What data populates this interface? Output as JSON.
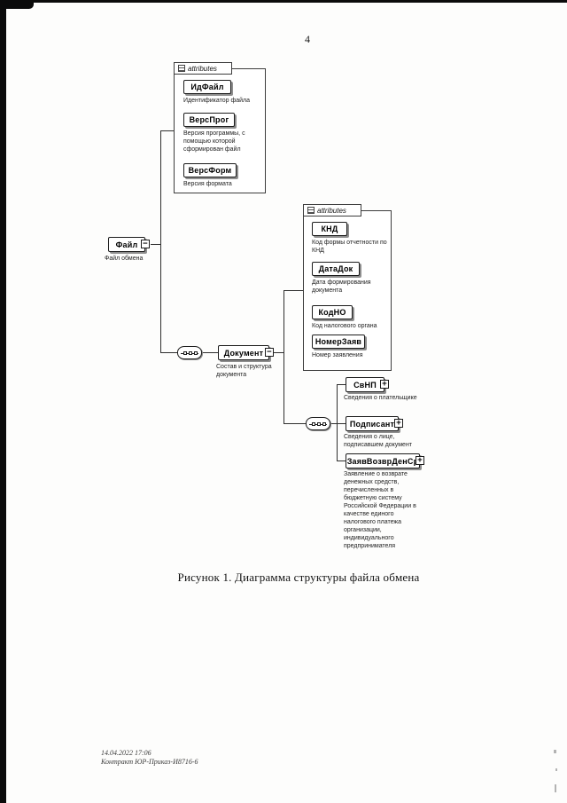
{
  "page": {
    "number": "4",
    "figure_caption": "Рисунок 1. Диаграмма структуры файла обмена",
    "footer": {
      "line1": "14.04.2022 17:06",
      "line2": "Контракт ЮР-Приказ-И8716-6"
    }
  },
  "icons": {
    "collapse": "−",
    "expand": "+"
  },
  "diagram": {
    "attributes_label": "attributes",
    "root": {
      "name": "Файл",
      "caption": "Файл обмена"
    },
    "file_attributes": [
      {
        "name": "ИдФайл",
        "caption": "Идентификатор файла"
      },
      {
        "name": "ВерсПрог",
        "caption": "Версия программы, с помощью которой сформирован файл"
      },
      {
        "name": "ВерсФорм",
        "caption": "Версия формата"
      }
    ],
    "document": {
      "name": "Документ",
      "caption": "Состав и структура документа"
    },
    "document_attributes": [
      {
        "name": "КНД",
        "caption": "Код формы отчетности по КНД"
      },
      {
        "name": "ДатаДок",
        "caption": "Дата формирования документа"
      },
      {
        "name": "КодНО",
        "caption": "Код налогового органа"
      },
      {
        "name": "НомерЗаяв",
        "caption": "Номер заявления"
      }
    ],
    "document_children": [
      {
        "name": "СвНП",
        "caption": "Сведения о плательщике"
      },
      {
        "name": "Подписант",
        "caption": "Сведения о лице, подписавшем документ"
      },
      {
        "name": "ЗаявВозврДенСр",
        "caption": "Заявление о возврате денежных средств, перечисленных в бюджетную систему Российской Федерации в качестве единого налогового платежа организации, индивидуального предпринимателя"
      }
    ]
  }
}
